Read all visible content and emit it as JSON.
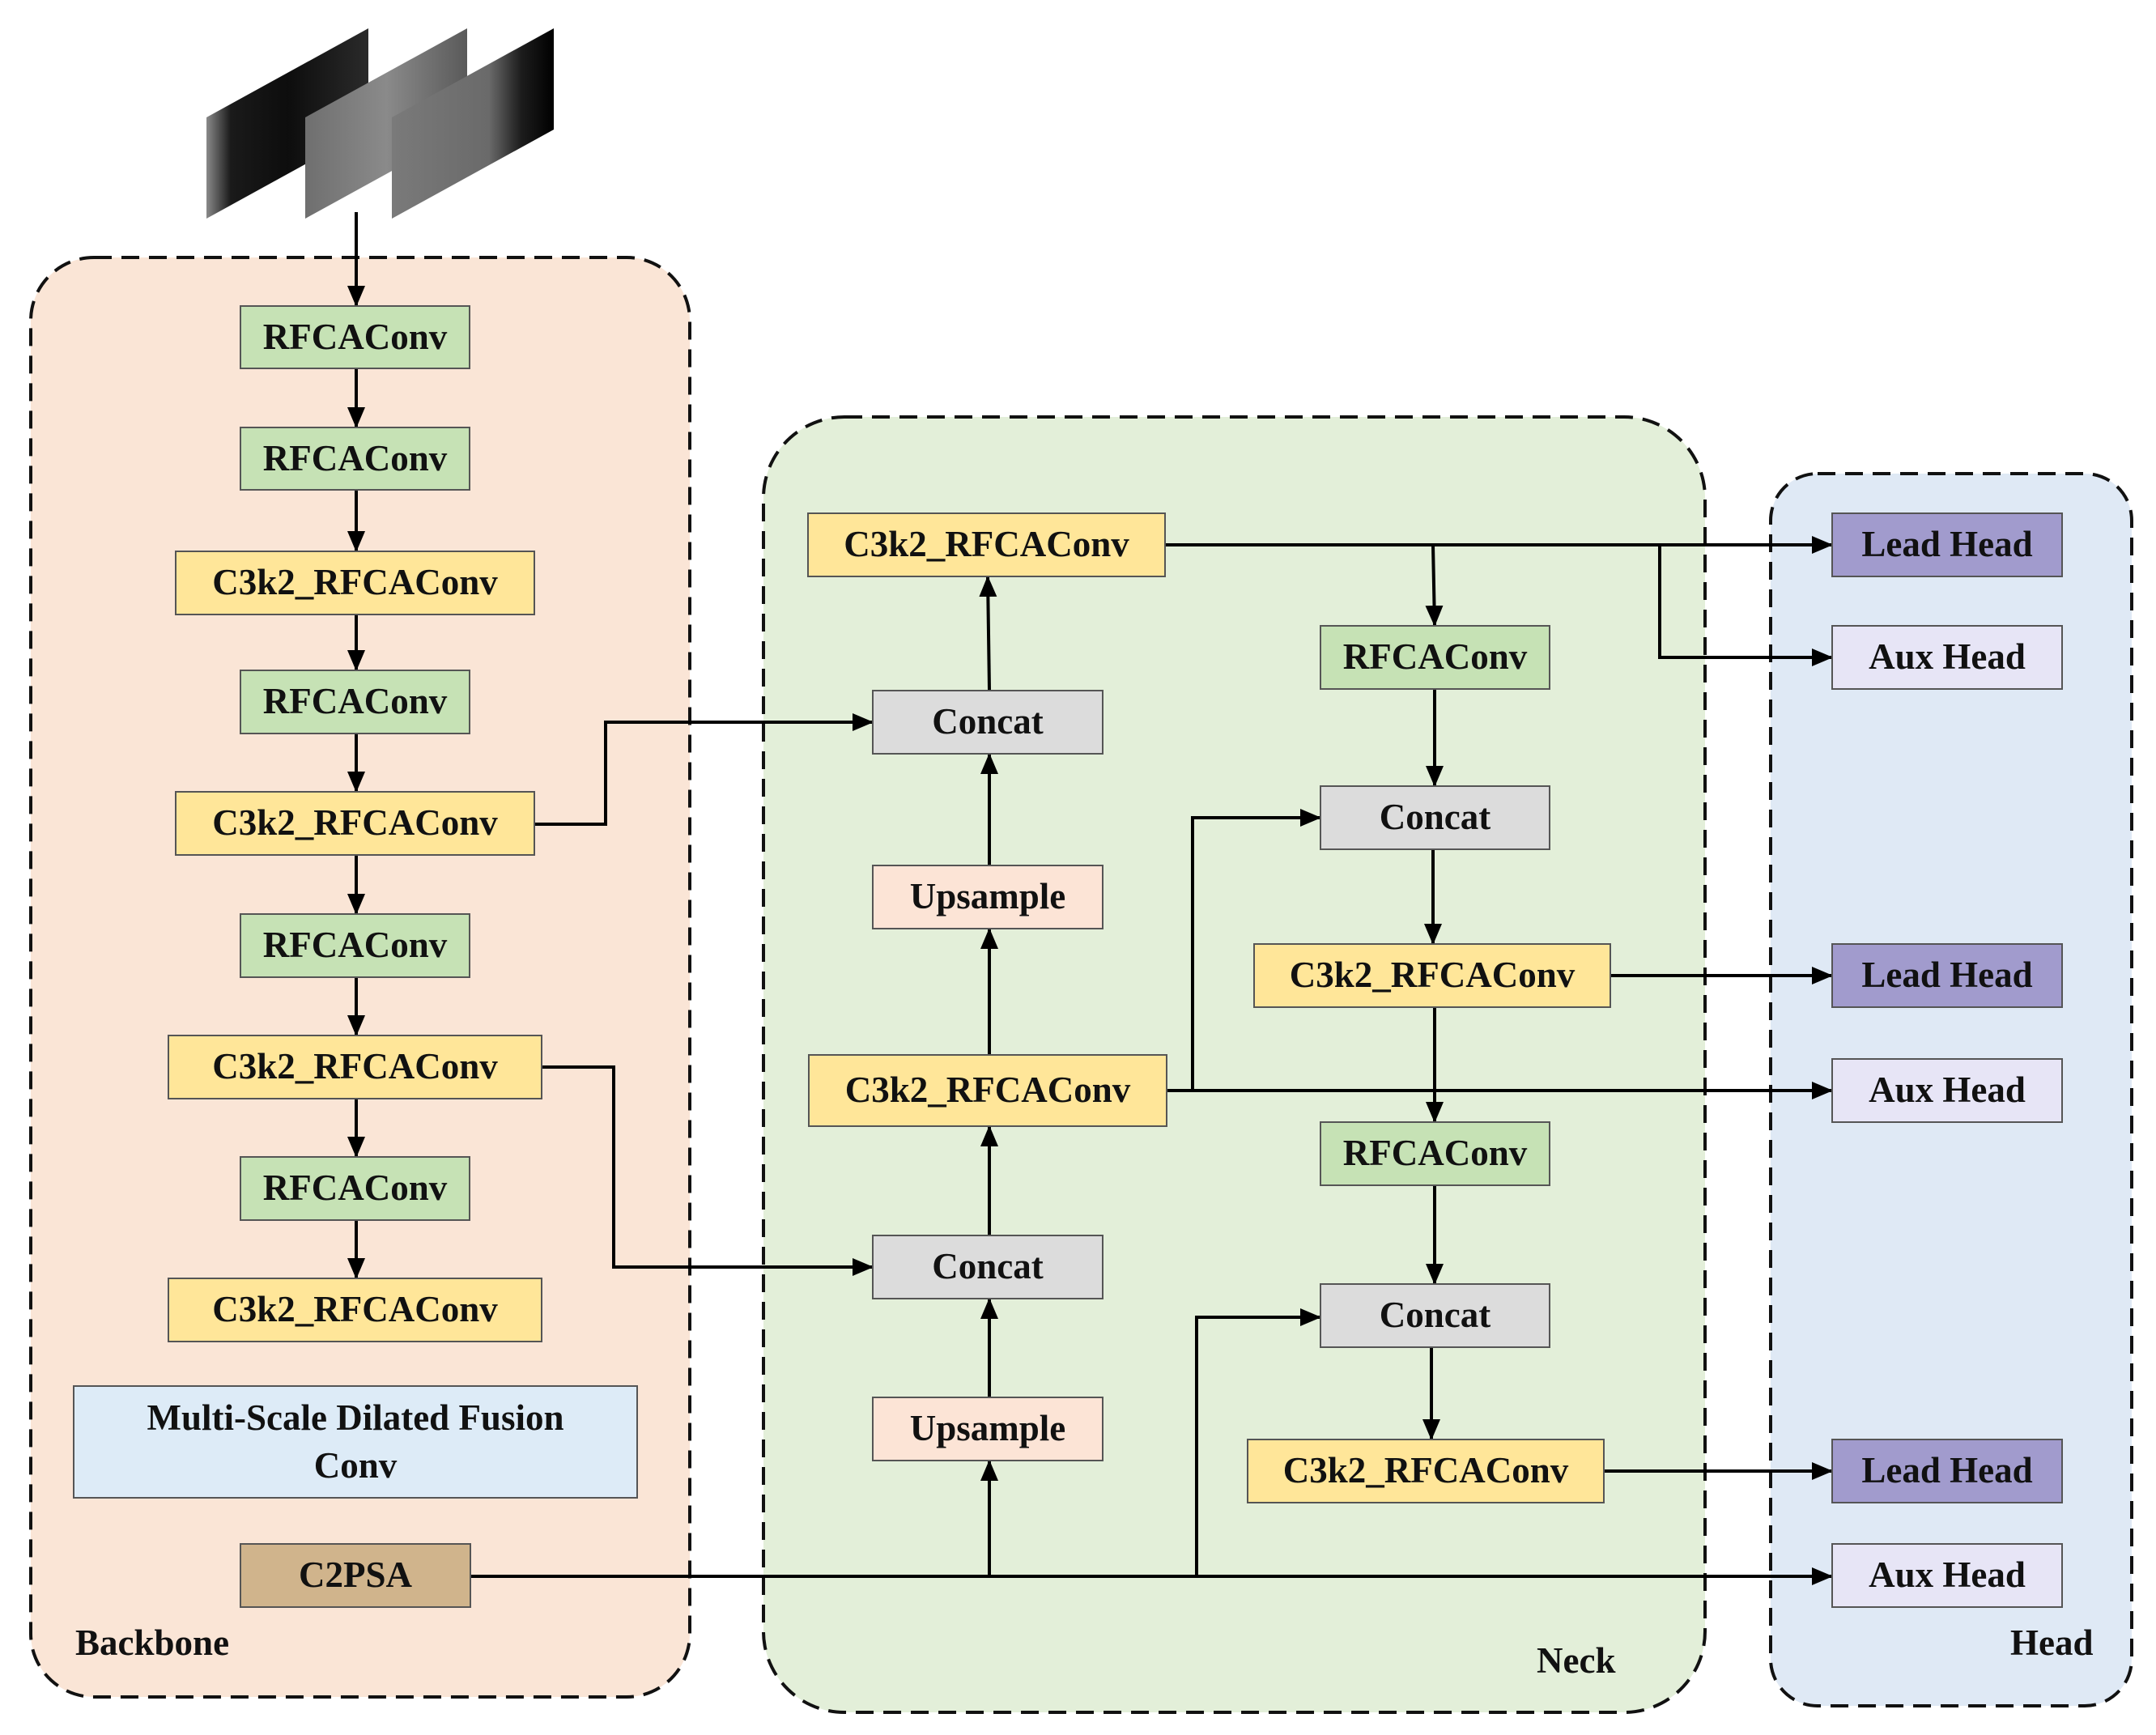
{
  "regions": {
    "backbone": "Backbone",
    "neck": "Neck",
    "head": "Head"
  },
  "backbone": {
    "b1": "RFCAConv",
    "b2": "RFCAConv",
    "b3": "C3k2_RFCAConv",
    "b4": "RFCAConv",
    "b5": "C3k2_RFCAConv",
    "b6": "RFCAConv",
    "b7": "C3k2_RFCAConv",
    "b8": "RFCAConv",
    "b9": "C3k2_RFCAConv",
    "b10": "Multi-Scale Dilated Fusion Conv",
    "b11": "C2PSA"
  },
  "neck": {
    "up_c3k2_top": "C3k2_RFCAConv",
    "up_concat_1": "Concat",
    "up_upsample_1": "Upsample",
    "up_c3k2_mid": "C3k2_RFCAConv",
    "up_concat_2": "Concat",
    "up_upsample_2": "Upsample",
    "down_rfcaconv_1": "RFCAConv",
    "down_concat_1": "Concat",
    "down_c3k2_1": "C3k2_RFCAConv",
    "down_rfcaconv_2": "RFCAConv",
    "down_concat_2": "Concat",
    "down_c3k2_2": "C3k2_RFCAConv"
  },
  "head": {
    "lead_1": "Lead Head",
    "aux_1": "Aux Head",
    "lead_2": "Lead Head",
    "aux_2": "Aux Head",
    "lead_3": "Lead Head",
    "aux_3": "Aux Head"
  },
  "colors": {
    "backbone_bg": "#fae5d6",
    "neck_bg": "#e3efd9",
    "head_bg": "#dfe9f5",
    "rfcaconv": "#c6e2b5",
    "c3k2_rfcaconv": "#ffe699",
    "concat": "#dcdcdc",
    "upsample": "#fce4d6",
    "multi_scale_conv": "#ddebf7",
    "c2psa": "#d0b48c",
    "lead_head": "#a19bcd",
    "aux_head": "#e7e5f6"
  }
}
